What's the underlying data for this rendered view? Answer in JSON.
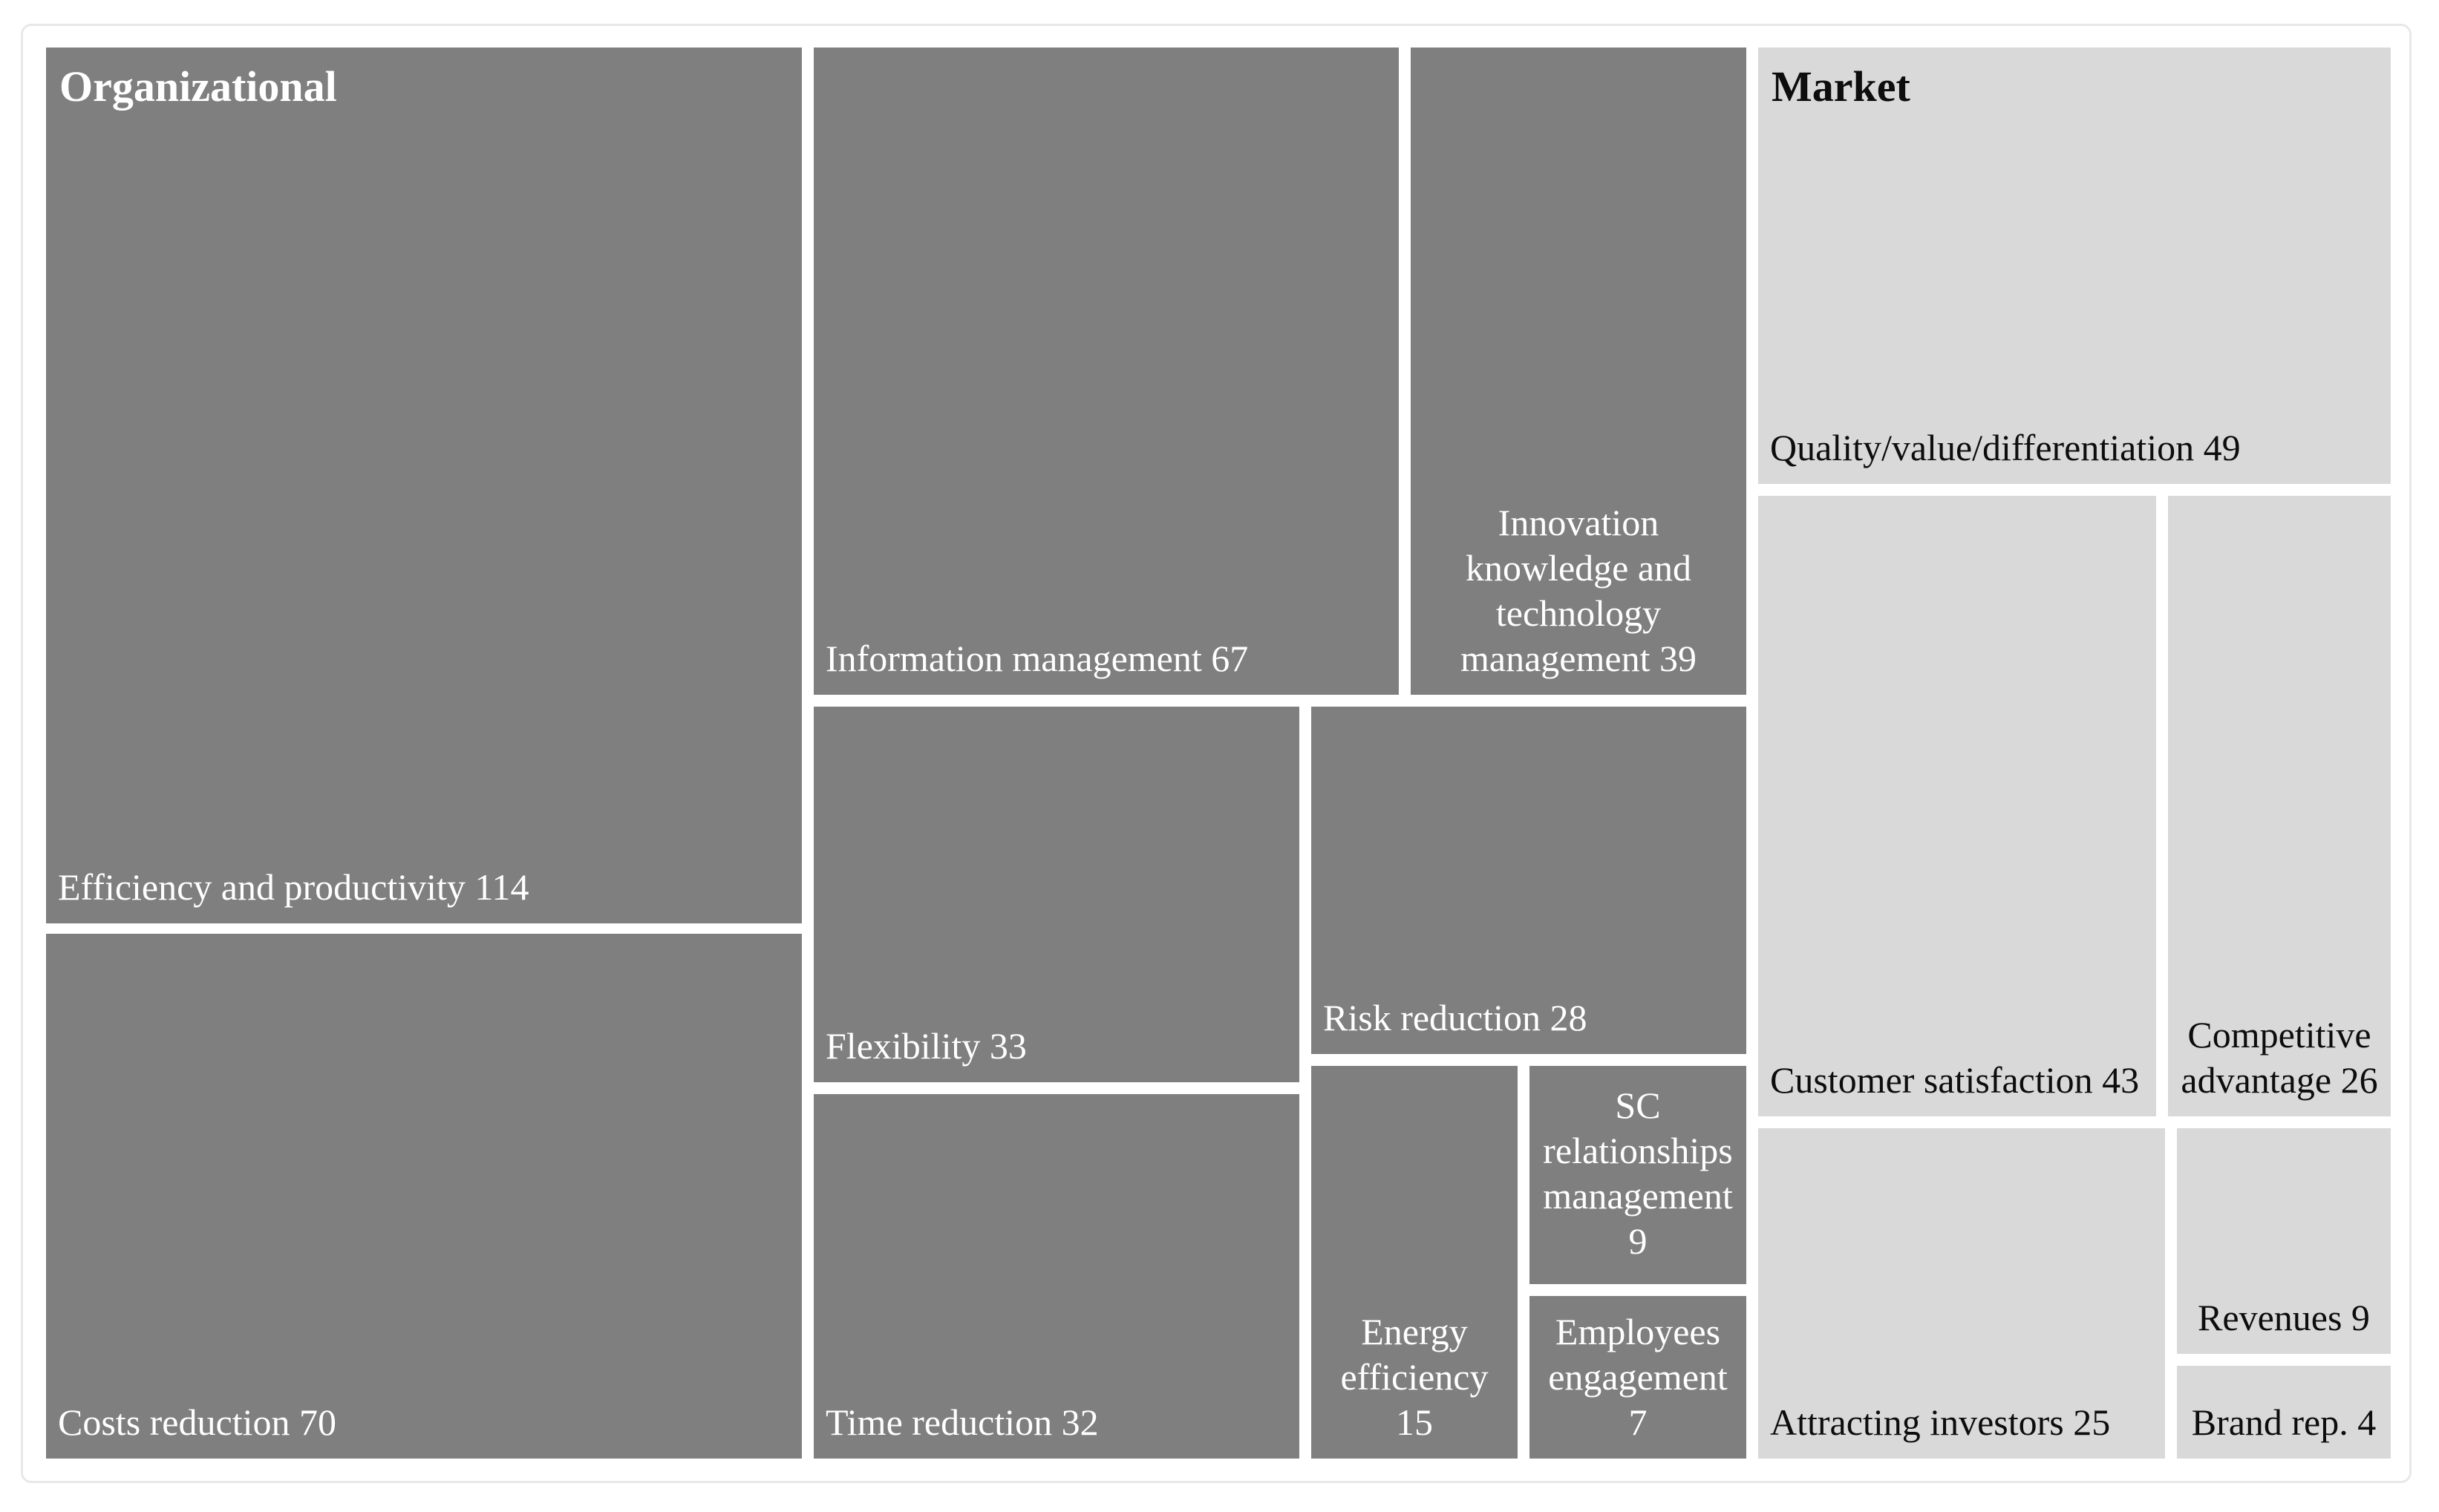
{
  "chart_data": {
    "type": "treemap",
    "legend": "none",
    "grid": "off",
    "background_color": "#ffffff",
    "gutter_color": "#ffffff",
    "frame_border_color": "#e8e8e8",
    "groups": [
      {
        "name": "Organizational",
        "fill": "#7f7f7f",
        "label_color": "#ffffff",
        "items": [
          {
            "label": "Efficiency and productivity",
            "value": 114,
            "display": "Efficiency and productivity 114"
          },
          {
            "label": "Costs reduction",
            "value": 70,
            "display": "Costs reduction 70"
          },
          {
            "label": "Information management",
            "value": 67,
            "display": "Information management 67"
          },
          {
            "label": "Innovation knowledge and technology management",
            "value": 39,
            "display": "Innovation\nknowledge and\ntechnology\nmanagement 39"
          },
          {
            "label": "Flexibility",
            "value": 33,
            "display": "Flexibility 33"
          },
          {
            "label": "Time reduction",
            "value": 32,
            "display": "Time reduction 32"
          },
          {
            "label": "Risk reduction",
            "value": 28,
            "display": "Risk reduction 28"
          },
          {
            "label": "Energy efficiency",
            "value": 15,
            "display": "Energy\nefficiency 15"
          },
          {
            "label": "SC relationships management",
            "value": 9,
            "display": "SC\nrelationships\nmanagement\n9"
          },
          {
            "label": "Employees engagement",
            "value": 7,
            "display": "Employees\nengagement 7"
          }
        ]
      },
      {
        "name": "Market",
        "fill": "#d9d9d9",
        "label_color": "#0d0d0d",
        "items": [
          {
            "label": "Quality/value/differentiation",
            "value": 49,
            "display": "Quality/value/differentiation 49"
          },
          {
            "label": "Customer satisfaction",
            "value": 43,
            "display": "Customer satisfaction 43"
          },
          {
            "label": "Competitive advantage",
            "value": 26,
            "display": "Competitive\nadvantage 26"
          },
          {
            "label": "Attracting investors",
            "value": 25,
            "display": "Attracting investors 25"
          },
          {
            "label": "Revenues",
            "value": 9,
            "display": "Revenues 9"
          },
          {
            "label": "Brand rep.",
            "value": 4,
            "display": "Brand rep. 4"
          }
        ]
      }
    ]
  }
}
